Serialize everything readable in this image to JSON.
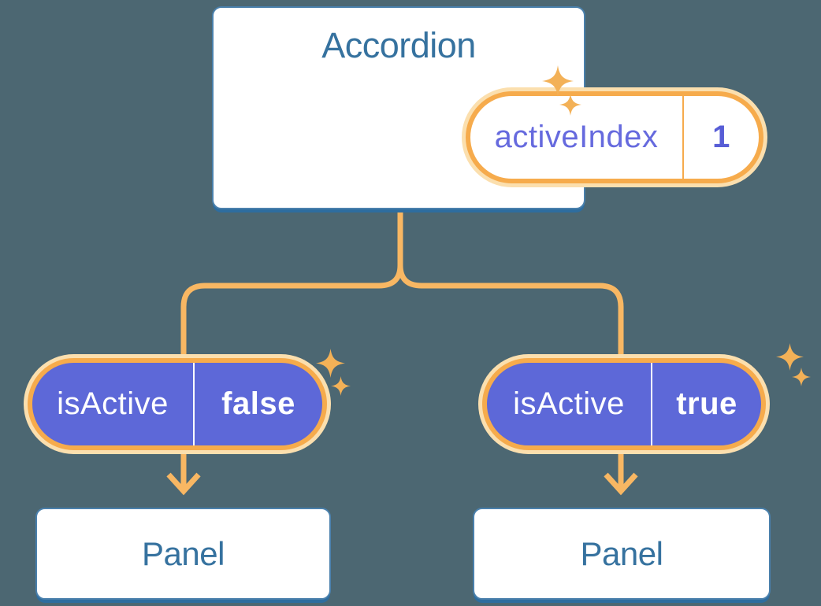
{
  "colors": {
    "background": "#4C6772",
    "card_border_blue": "#4A80AC",
    "card_shadow_blue": "#2E6D9F",
    "heading_blue": "#36729F",
    "pill_purple": "#5D68D8",
    "pill_orange_border": "#F6AB4C",
    "pill_orange_halo": "#FBDFAE",
    "connector_orange": "#F8B763",
    "sparkle_orange": "#F3B157",
    "state_label_purple": "#666ADE",
    "state_value_purple": "#575DD6"
  },
  "icons": {
    "sparkle": "four-point-star",
    "arrow": "down-arrow-chevron"
  },
  "accordion": {
    "title": "Accordion",
    "state": {
      "label": "activeIndex",
      "value": "1"
    }
  },
  "children": [
    {
      "state": {
        "label": "isActive",
        "value": "false"
      },
      "panel": "Panel"
    },
    {
      "state": {
        "label": "isActive",
        "value": "true"
      },
      "panel": "Panel"
    }
  ]
}
